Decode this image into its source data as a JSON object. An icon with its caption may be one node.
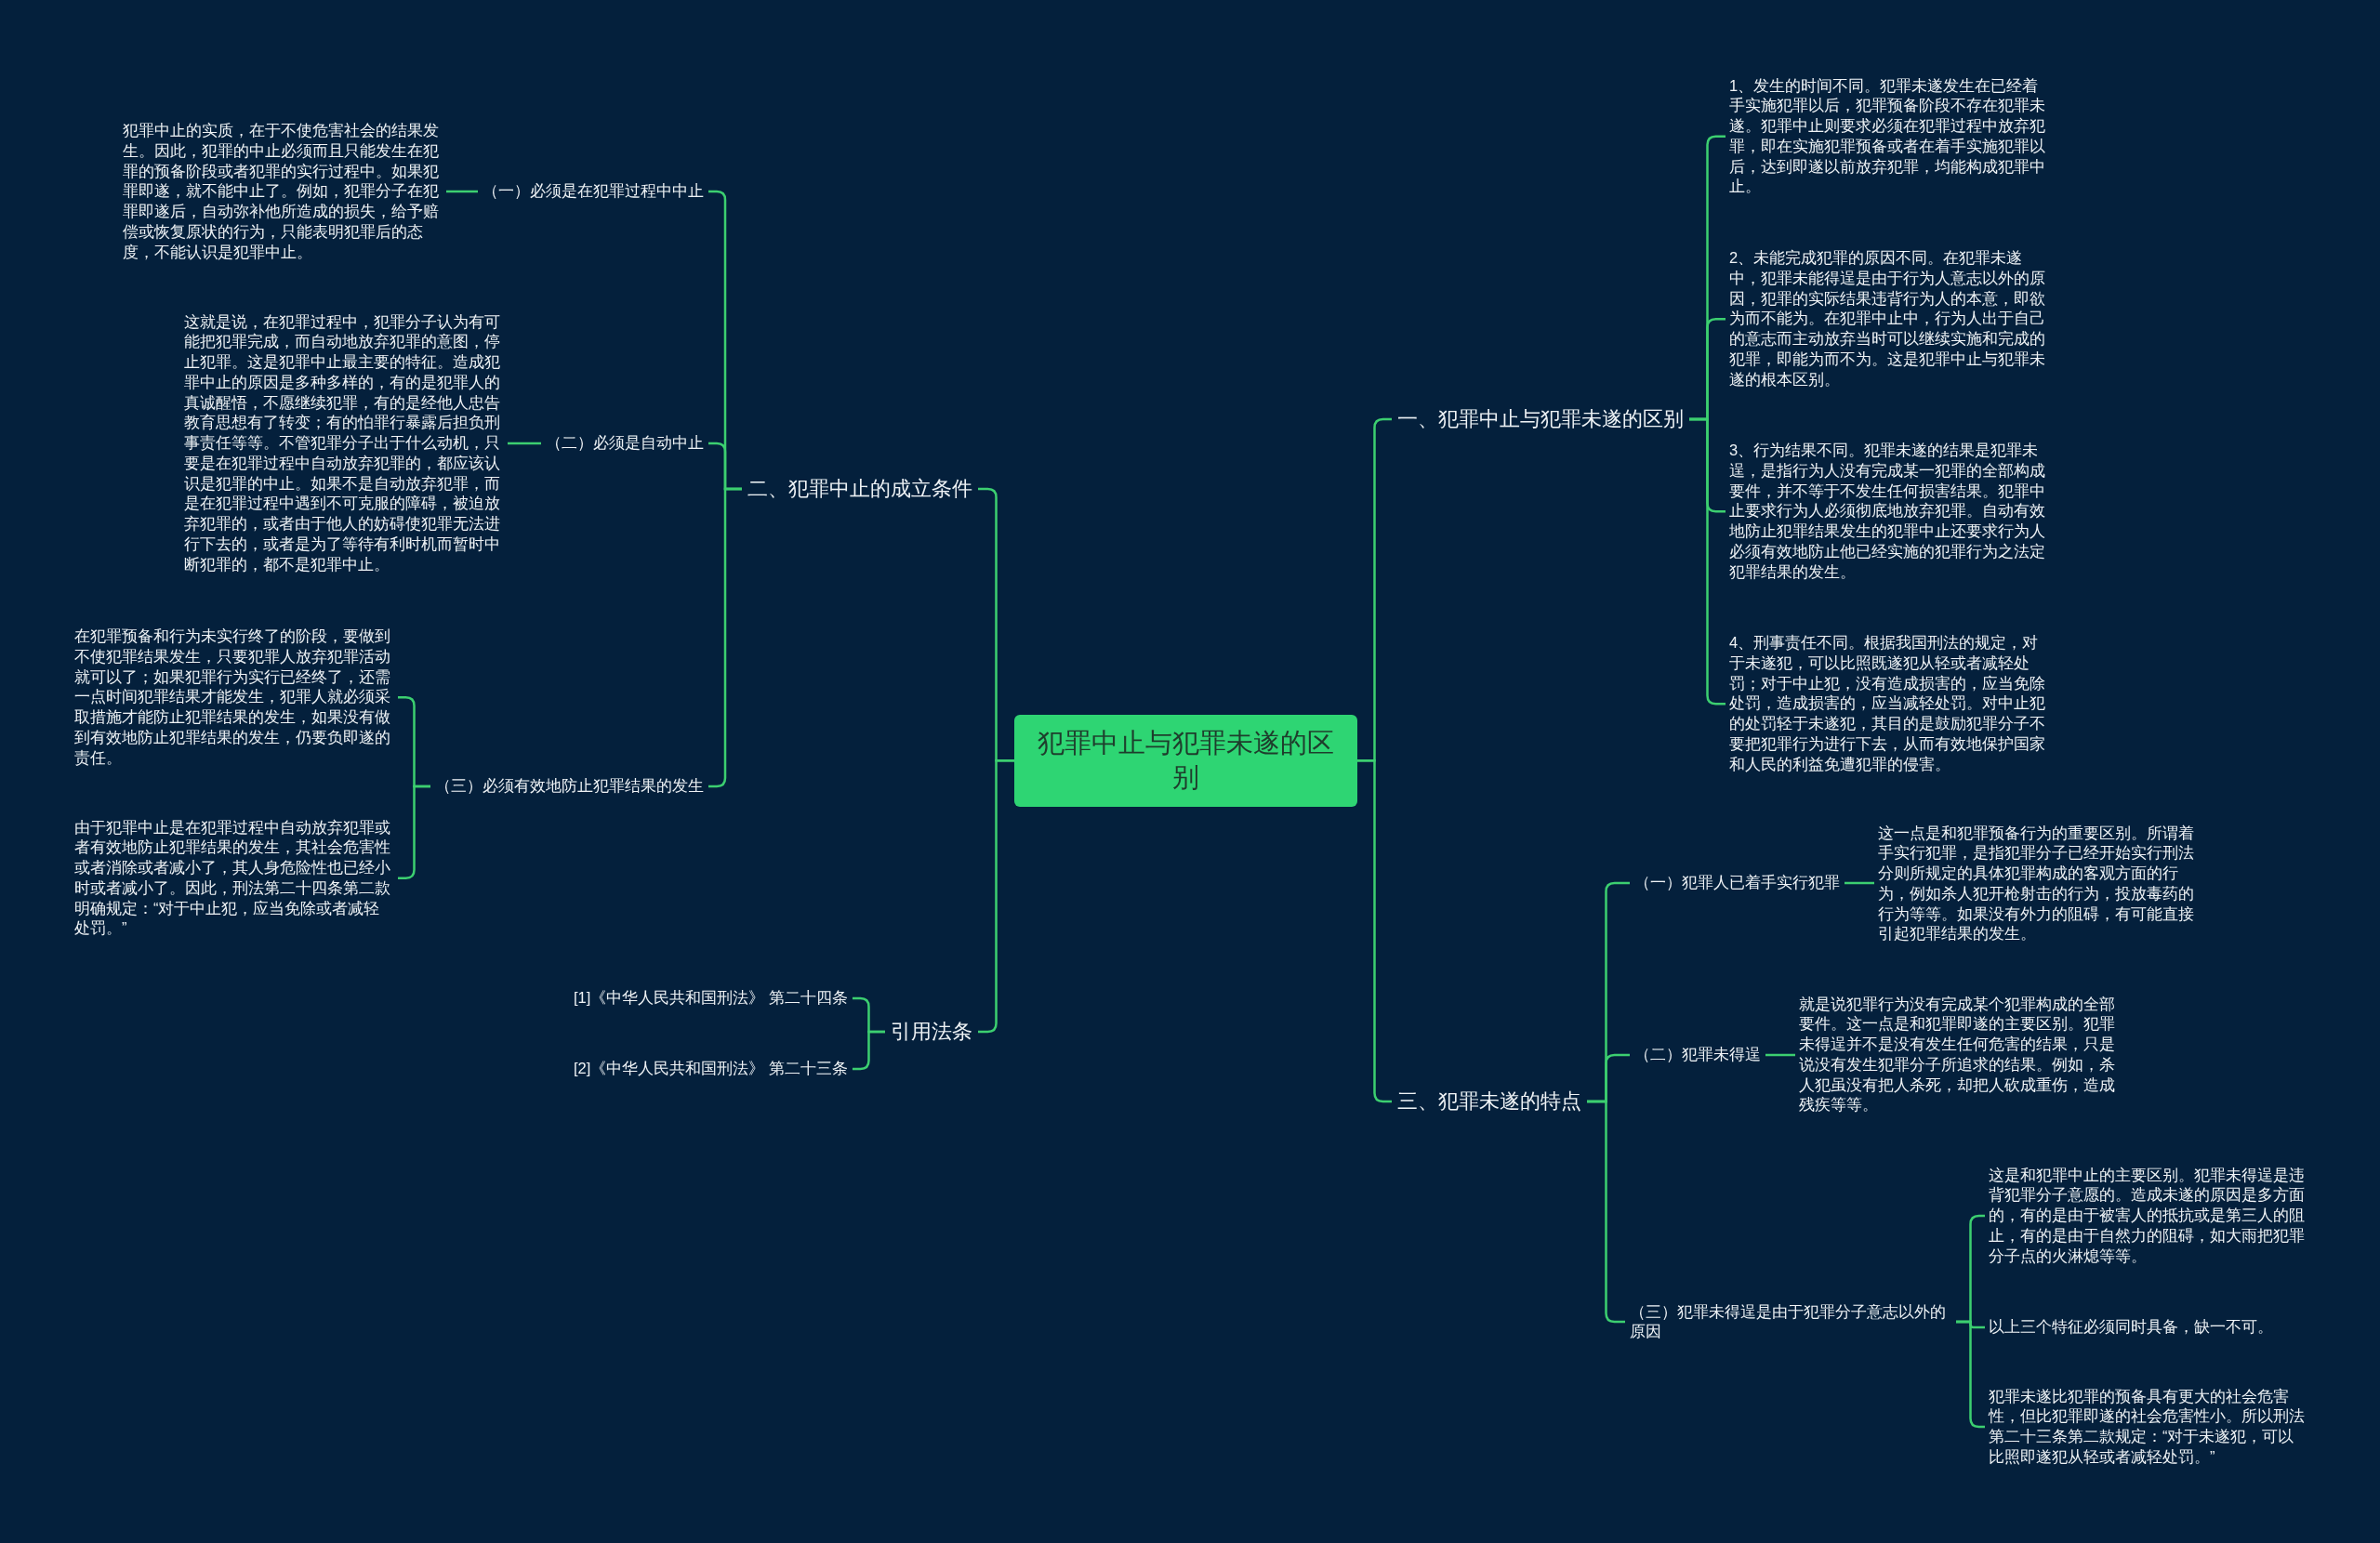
{
  "diagram": {
    "nodes": [
      {
        "text": [
          "犯罪中止与犯罪未遂的区别"
        ]
      },
      {
        "text": [
          "二、犯罪中止的成立条件"
        ]
      },
      {
        "text": [
          "（一）必须是在犯罪过程中中止"
        ]
      },
      {
        "text": [
          "犯罪中止的实质，在于不使危害社会的结果发生。因此，犯罪的中止必须而且只能发生在犯罪的预备阶段或者犯罪的实行过程中。如果犯罪即遂，就不能中止了。例如，犯罪分子在犯罪即遂后，自动弥补他所造成的损失，给予赔偿或恢复原状的行为，只能表明犯罪后的态度，不能认识是犯罪中止。"
        ]
      },
      {
        "text": [
          "（二）必须是自动中止"
        ]
      },
      {
        "text": [
          "这就是说，在犯罪过程中，犯罪分子认为有可能把犯罪完成，而自动地放弃犯罪的意图，停止犯罪。这是犯罪中止最主要的特征。造成犯罪中止的原因是多种多样的，有的是犯罪人的真诚醒悟，不愿继续犯罪，有的是经他人忠告教育思想有了转变；有的怕罪行暴露后担负刑事责任等等。不管犯罪分子出于什么动机，只要是在犯罪过程中自动放弃犯罪的，都应该认识是犯罪的中止。如果不是自动放弃犯罪，而是在犯罪过程中遇到不可克服的障碍，被迫放弃犯罪的，或者由于他人的妨碍使犯罪无法进行下去的，或者是为了等待有利时机而暂时中断犯罪的，都不是犯罪中止。"
        ]
      },
      {
        "text": [
          "（三）必须有效地防止犯罪结果的发生"
        ]
      },
      {
        "text": [
          "在犯罪预备和行为未实行终了的阶段，要做到不使犯罪结果发生，只要犯罪人放弃犯罪活动就可以了；如果犯罪行为实行已经终了，还需一点时间犯罪结果才能发生，犯罪人就必须采取措施才能防止犯罪结果的发生，如果没有做到有效地防止犯罪结果的发生，仍要负即遂的责任。"
        ]
      },
      {
        "text": [
          "由于犯罪中止是在犯罪过程中自动放弃犯罪或者有效地防止犯罪结果的发生，其社会危害性或者消除或者减小了，其人身危险性也已经小时或者减小了。因此，刑法第二十四条第二款明确规定：“对于中止犯，应当免除或者减轻处罚。”"
        ]
      },
      {
        "text": [
          "引用法条"
        ]
      },
      {
        "text": [
          "[1]《中华人民共和国刑法》 第二十四条"
        ]
      },
      {
        "text": [
          "[2]《中华人民共和国刑法》 第二十三条"
        ]
      },
      {
        "text": [
          "一、犯罪中止与犯罪未遂的区别"
        ]
      },
      {
        "text": [
          "1、发生的时间不同。犯罪未遂发生在已经着手实施犯罪以后，犯罪预备阶段不存在犯罪未遂。犯罪中止则要求必须在犯罪过程中放弃犯罪，即在实施犯罪预备或者在着手实施犯罪以后，达到即遂以前放弃犯罪，均能构成犯罪中止。"
        ]
      },
      {
        "text": [
          "2、未能完成犯罪的原因不同。在犯罪未遂中，犯罪未能得逞是由于行为人意志以外的原因，犯罪的实际结果违背行为人的本意，即欲为而不能为。在犯罪中止中，行为人出于自己的意志而主动放弃当时可以继续实施和完成的犯罪，即能为而不为。这是犯罪中止与犯罪未遂的根本区别。"
        ]
      },
      {
        "text": [
          "3、行为结果不同。犯罪未遂的结果是犯罪未逞，是指行为人没有完成某一犯罪的全部构成要件，并不等于不发生任何损害结果。犯罪中止要求行为人必须彻底地放弃犯罪。自动有效地防止犯罪结果发生的犯罪中止还要求行为人必须有效地防止他已经实施的犯罪行为之法定犯罪结果的发生。"
        ]
      },
      {
        "text": [
          "4、刑事责任不同。根据我国刑法的规定，对于未遂犯，可以比照既遂犯从轻或者减轻处罚；对于中止犯，没有造成损害的，应当免除处罚，造成损害的，应当减轻处罚。对中止犯的处罚轻于未遂犯，其目的是鼓励犯罪分子不要把犯罪行为进行下去，从而有效地保护国家和人民的利益免遭犯罪的侵害。"
        ]
      },
      {
        "text": [
          "三、犯罪未遂的特点"
        ]
      },
      {
        "text": [
          "（一）犯罪人已着手实行犯罪"
        ]
      },
      {
        "text": [
          "这一点是和犯罪预备行为的重要区别。所谓着手实行犯罪，是指犯罪分子已经开始实行刑法分则所规定的具体犯罪构成的客观方面的行为，例如杀人犯开枪射击的行为，投放毒药的行为等等。如果没有外力的阻碍，有可能直接引起犯罪结果的发生。"
        ]
      },
      {
        "text": [
          "（二）犯罪未得逞"
        ]
      },
      {
        "text": [
          "就是说犯罪行为没有完成某个犯罪构成的全部要件。这一点是和犯罪即遂的主要区别。犯罪未得逞并不是没有发生任何危害的结果，只是说没有发生犯罪分子所追求的结果。例如，杀人犯虽没有把人杀死，却把人砍成重伤，造成残疾等等。"
        ]
      },
      {
        "text": [
          "（三）犯罪未得逞是由于犯罪分子意志以外的原因"
        ]
      },
      {
        "text": [
          "这是和犯罪中止的主要区别。犯罪未得逞是违背犯罪分子意愿的。造成未遂的原因是多方面的，有的是由于被害人的抵抗或是第三人的阻止，有的是由于自然力的阻碍，如大雨把犯罪分子点的火淋熄等等。"
        ]
      },
      {
        "text": [
          "以上三个特征必须同时具备，缺一不可。"
        ]
      },
      {
        "text": [
          "犯罪未遂比犯罪的预备具有更大的社会危害性，但比犯罪即遂的社会危害性小。所以刑法第二十三条第二款规定：“对于未遂犯，可以比照即遂犯从轻或者减轻处罚。”"
        ]
      }
    ],
    "edges": [
      {
        "from": 0,
        "to": 1,
        "arrow": "none"
      },
      {
        "from": 0,
        "to": 9,
        "arrow": "none"
      },
      {
        "from": 0,
        "to": 12,
        "arrow": "none"
      },
      {
        "from": 0,
        "to": 17,
        "arrow": "none"
      },
      {
        "from": 1,
        "to": 2,
        "arrow": "none"
      },
      {
        "from": 1,
        "to": 4,
        "arrow": "none"
      },
      {
        "from": 1,
        "to": 6,
        "arrow": "none"
      },
      {
        "from": 2,
        "to": 3,
        "arrow": "none"
      },
      {
        "from": 4,
        "to": 5,
        "arrow": "none"
      },
      {
        "from": 6,
        "to": 7,
        "arrow": "none"
      },
      {
        "from": 6,
        "to": 8,
        "arrow": "none"
      },
      {
        "from": 9,
        "to": 10,
        "arrow": "none"
      },
      {
        "from": 9,
        "to": 11,
        "arrow": "none"
      },
      {
        "from": 12,
        "to": 13,
        "arrow": "none"
      },
      {
        "from": 12,
        "to": 14,
        "arrow": "none"
      },
      {
        "from": 12,
        "to": 15,
        "arrow": "none"
      },
      {
        "from": 12,
        "to": 16,
        "arrow": "none"
      },
      {
        "from": 17,
        "to": 18,
        "arrow": "none"
      },
      {
        "from": 17,
        "to": 20,
        "arrow": "none"
      },
      {
        "from": 17,
        "to": 22,
        "arrow": "none"
      },
      {
        "from": 18,
        "to": 19,
        "arrow": "none"
      },
      {
        "from": 20,
        "to": 21,
        "arrow": "none"
      },
      {
        "from": 22,
        "to": 23,
        "arrow": "none"
      },
      {
        "from": 22,
        "to": 24,
        "arrow": "none"
      },
      {
        "from": 22,
        "to": 25,
        "arrow": "none"
      }
    ]
  }
}
